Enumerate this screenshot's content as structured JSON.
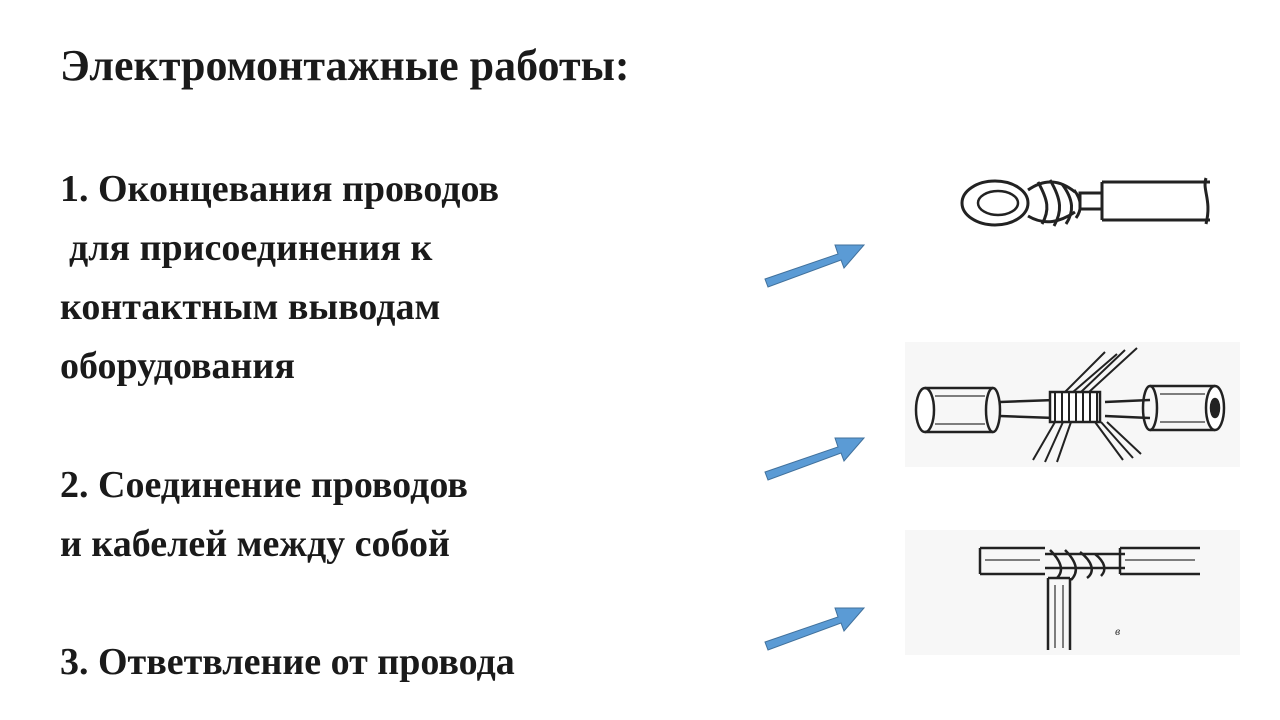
{
  "slide": {
    "title": "Электромонтажные работы:",
    "items": [
      {
        "lines": [
          "1. Оконцевания проводов",
          "для присоединения к",
          "контактным выводам",
          "оборудования"
        ]
      },
      {
        "lines": [
          "2. Соединение проводов",
          "и кабелей между собой"
        ]
      },
      {
        "lines": [
          "3. Ответвление от провода"
        ]
      }
    ],
    "illustration_3_letter": "в"
  },
  "colors": {
    "text": "#1a1a1a",
    "arrow_fill": "#5b9bd5",
    "arrow_stroke": "#41719c",
    "background": "#ffffff"
  },
  "icons": [
    "arrow-right-up-icon",
    "wire-eyelet-termination-icon",
    "wire-twist-splice-icon",
    "wire-tap-branch-icon"
  ]
}
